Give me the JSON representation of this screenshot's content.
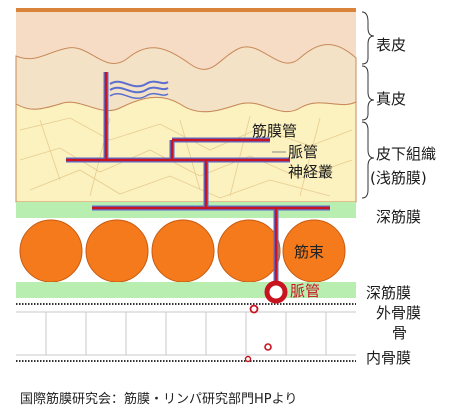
{
  "layers": {
    "epidermis": "表皮",
    "dermis": "真皮",
    "subcutaneous": "皮下組織",
    "superficial_fascia": "(浅筋膜)",
    "deep_fascia_upper": "深筋膜",
    "deep_fascia_lower": "深筋膜",
    "periosteum": "外骨膜",
    "bone": "骨",
    "endosteum": "内骨膜"
  },
  "annotations": {
    "fascia": "筋膜管",
    "vessel": "脈管",
    "nerve_bundle": "神経叢",
    "muscle_bundle": "筋束",
    "vessel_lower": "脈管"
  },
  "caption": "国際筋膜研究会：筋膜・リンパ研究部門HPより",
  "colors": {
    "epidermis_line": "#d9843a",
    "epidermis_fill": "#f3dcc0",
    "dermis_fill": "#f6e8c8",
    "subcutaneous_fill": "#fbf3c0",
    "fascia_band": "#b8eeb0",
    "muscle": "#f47a1c",
    "vessel_red": "#c8141e",
    "vessel_blue": "#5a6fd0"
  }
}
